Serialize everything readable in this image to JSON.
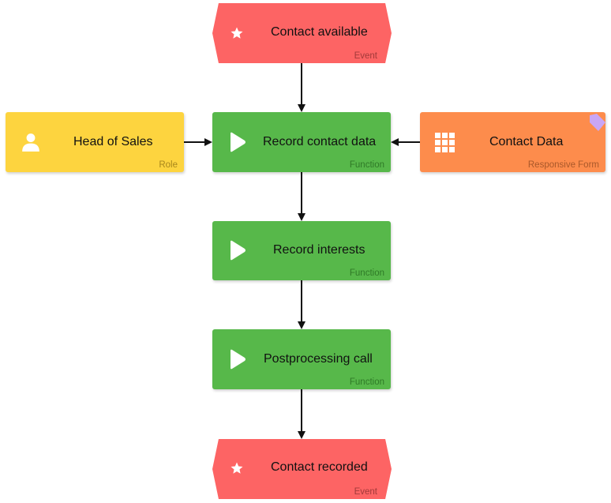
{
  "nodes": {
    "contact_available": {
      "label": "Contact available",
      "type": "Event",
      "icon": "star-icon"
    },
    "head_of_sales": {
      "label": "Head of Sales",
      "type": "Role",
      "icon": "person-icon"
    },
    "record_contact_data": {
      "label": "Record contact data",
      "type": "Function",
      "icon": "function-play-icon"
    },
    "contact_data": {
      "label": "Contact Data",
      "type": "Responsive Form",
      "icon": "grid-icon"
    },
    "record_interests": {
      "label": "Record interests",
      "type": "Function",
      "icon": "function-play-icon"
    },
    "postprocessing_call": {
      "label": "Postprocessing call",
      "type": "Function",
      "icon": "function-play-icon"
    },
    "contact_recorded": {
      "label": "Contact recorded",
      "type": "Event",
      "icon": "star-icon"
    }
  },
  "colors": {
    "event": "#fd6464",
    "function": "#57b84a",
    "role": "#fdd43f",
    "form": "#fd8c4c",
    "edge": "#111111",
    "tag": "#c9a6f5"
  }
}
